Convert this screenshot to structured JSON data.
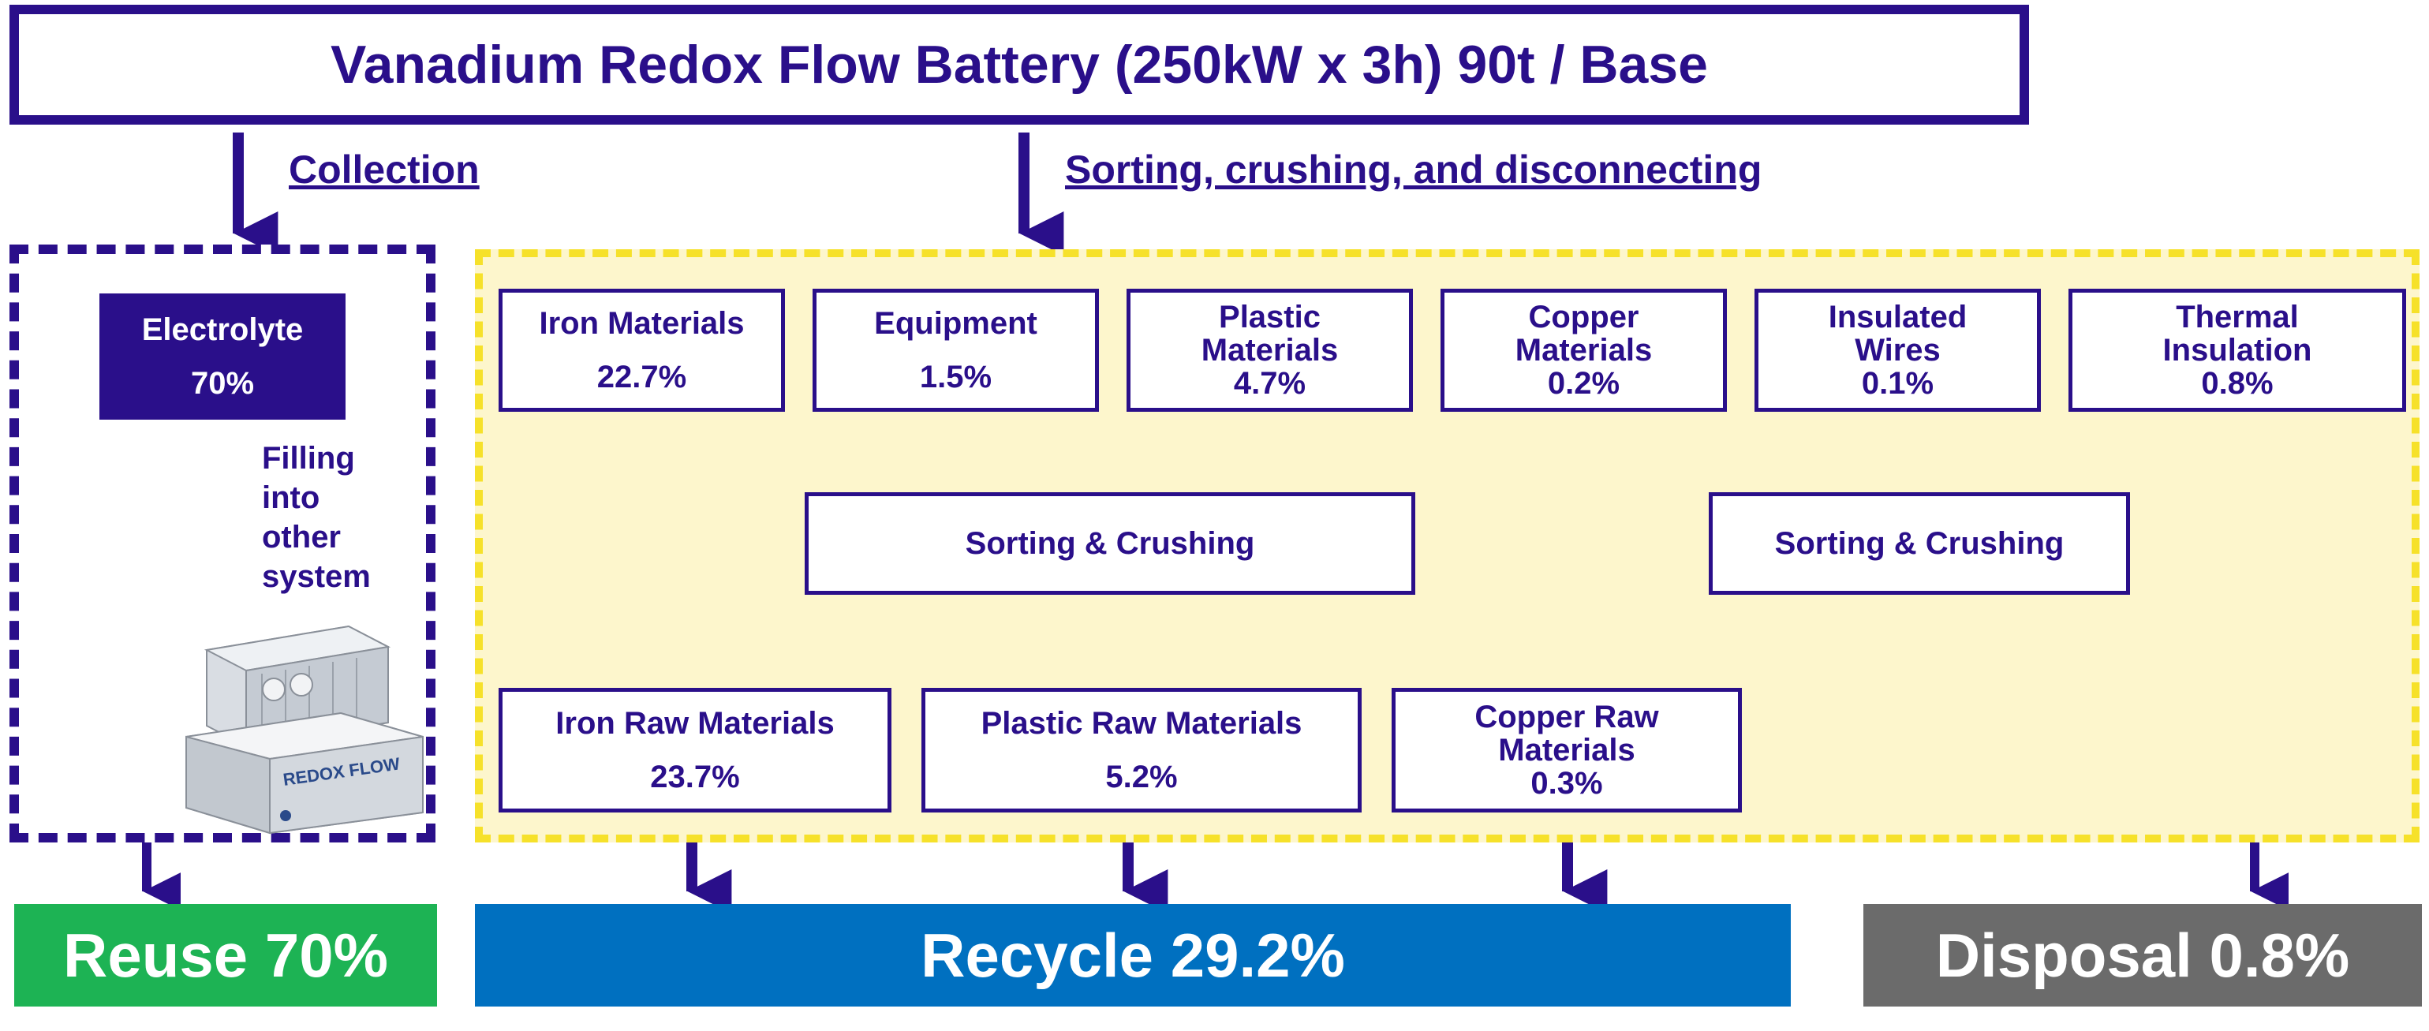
{
  "title": "Vanadium Redox Flow Battery (250kW x 3h) 90t / Base",
  "steps": {
    "collection": "Collection",
    "sorting": "Sorting, crushing, and disconnecting"
  },
  "reuse_region": {
    "electrolyte": {
      "name": "Electrolyte",
      "pct": "70%"
    },
    "filling_lines": [
      "Filling",
      "into",
      "other",
      "system"
    ],
    "illustration_text": "REDOX FLOW"
  },
  "materials": [
    {
      "name": "Iron Materials",
      "pct": "22.7%"
    },
    {
      "name": "Equipment",
      "pct": "1.5%"
    },
    {
      "name": "Plastic Materials",
      "pct": "4.7%"
    },
    {
      "name": "Copper Materials",
      "pct": "0.2%"
    },
    {
      "name": "Insulated Wires",
      "pct": "0.1%"
    },
    {
      "name": "Thermal Insulation",
      "pct": "0.8%"
    }
  ],
  "processes": [
    {
      "name": "Sorting & Crushing"
    },
    {
      "name": "Sorting & Crushing"
    }
  ],
  "raw_materials": [
    {
      "name": "Iron Raw Materials",
      "pct": "23.7%"
    },
    {
      "name": "Plastic Raw Materials",
      "pct": "5.2%"
    },
    {
      "name": "Copper Raw Materials",
      "pct": "0.3%"
    }
  ],
  "outcomes": {
    "reuse": "Reuse 70%",
    "recycle": "Recycle 29.2%",
    "disposal": "Disposal 0.8%"
  },
  "colors": {
    "primary": "#2a0f8a",
    "recycle_bg": "#fdf6cc",
    "recycle_border": "#f6e12a",
    "reuse": "#1db354",
    "recycle": "#0070c0",
    "disposal": "#6b6b6b"
  }
}
